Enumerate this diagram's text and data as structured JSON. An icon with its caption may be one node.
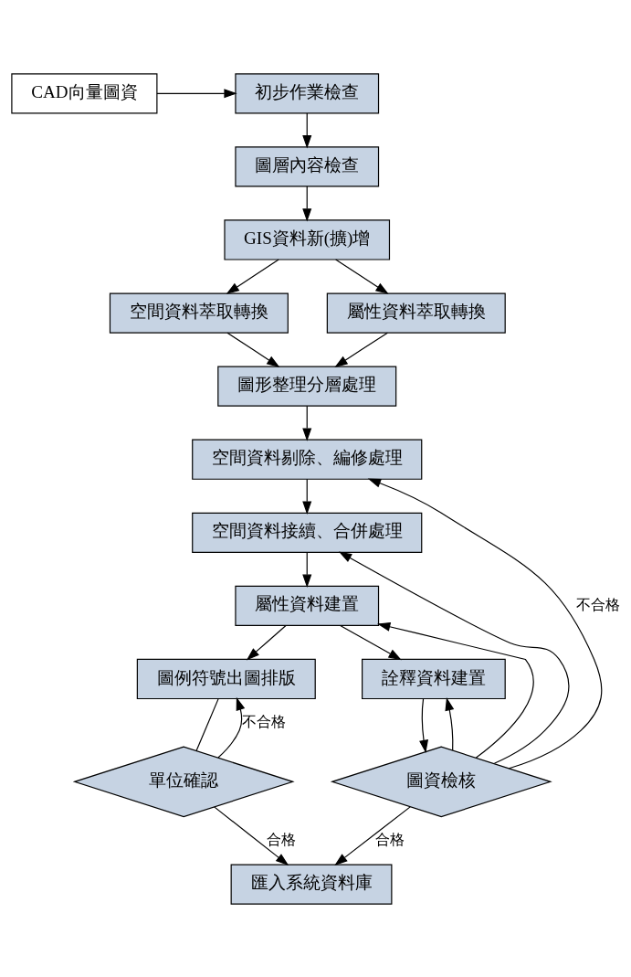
{
  "diagram": {
    "nodes": [
      {
        "text": [
          "CAD向量圖資"
        ]
      },
      {
        "text": [
          "初步作業檢查"
        ]
      },
      {
        "text": [
          "圖層內容檢查"
        ]
      },
      {
        "text": [
          "GIS資料新(擴)增"
        ]
      },
      {
        "text": [
          "空間資料萃取轉換"
        ]
      },
      {
        "text": [
          "屬性資料萃取轉換"
        ]
      },
      {
        "text": [
          "圖形整理分層處理"
        ]
      },
      {
        "text": [
          "空間資料剔除、編修處理"
        ]
      },
      {
        "text": [
          "空間資料接續、合併處理"
        ]
      },
      {
        "text": [
          "屬性資料建置"
        ]
      },
      {
        "text": [
          "圖例符號出圖排版"
        ]
      },
      {
        "text": [
          "詮釋資料建置"
        ]
      },
      {
        "text": [
          "單位確認"
        ]
      },
      {
        "text": [
          "圖資檢核"
        ]
      },
      {
        "text": [
          "匯入系統資料庫"
        ]
      }
    ],
    "edges": [
      {
        "from": 0,
        "to": 1,
        "arrow": "to"
      },
      {
        "from": 1,
        "to": 2,
        "arrow": "to"
      },
      {
        "from": 2,
        "to": 3,
        "arrow": "to"
      },
      {
        "from": 3,
        "to": 4,
        "arrow": "to"
      },
      {
        "from": 3,
        "to": 5,
        "arrow": "to"
      },
      {
        "from": 4,
        "to": 6,
        "arrow": "to"
      },
      {
        "from": 5,
        "to": 6,
        "arrow": "to"
      },
      {
        "from": 6,
        "to": 7,
        "arrow": "to"
      },
      {
        "from": 7,
        "to": 8,
        "arrow": "to"
      },
      {
        "from": 8,
        "to": 9,
        "arrow": "to"
      },
      {
        "from": 9,
        "to": 10,
        "arrow": "to"
      },
      {
        "from": 9,
        "to": 11,
        "arrow": "to"
      },
      {
        "from": 10,
        "to": 12,
        "arrow": "none"
      },
      {
        "from": 12,
        "to": 10,
        "arrow": "to",
        "label": "不合格"
      },
      {
        "from": 12,
        "to": 14,
        "arrow": "to",
        "label": "合格"
      },
      {
        "from": 11,
        "to": 13,
        "arrow": "to"
      },
      {
        "from": 13,
        "to": 14,
        "arrow": "to",
        "label": "合格"
      },
      {
        "from": 13,
        "to": 7,
        "arrow": "to",
        "label": "不合格"
      },
      {
        "from": 13,
        "to": 8,
        "arrow": "to"
      },
      {
        "from": 13,
        "to": 9,
        "arrow": "to"
      },
      {
        "from": 13,
        "to": 11,
        "arrow": "to"
      }
    ]
  }
}
